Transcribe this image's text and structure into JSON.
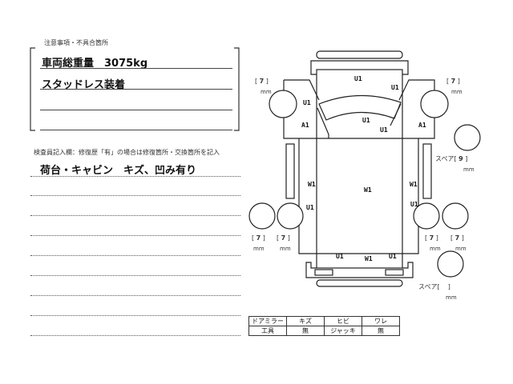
{
  "notes": {
    "title": "注意事項・不具合箇所",
    "lines": [
      "車両総重量　3075kg",
      "スタッドレス装着",
      "",
      ""
    ]
  },
  "inspector": {
    "title": "検査員記入欄：修復歴「有」の場合は修復箇所・交換箇所を記入",
    "lines": [
      "荷台・キャビン　キズ、凹み有り"
    ]
  },
  "diagram": {
    "labels": {
      "u1": "U1",
      "a1": "A1",
      "w1": "W1"
    },
    "tread": {
      "front_left": "7",
      "front_right": "7",
      "rear_left_outer": "7",
      "rear_left_inner": "7",
      "rear_right_inner": "7",
      "rear_right_outer": "7",
      "spare1": "9",
      "spare2": ""
    },
    "unit": "mm",
    "spare_label": "スペア"
  },
  "table": {
    "rows": [
      [
        "ドアミラー",
        "キズ",
        "ヒビ",
        "ワレ"
      ],
      [
        "工具",
        "無",
        "ジャッキ",
        "無"
      ]
    ]
  }
}
